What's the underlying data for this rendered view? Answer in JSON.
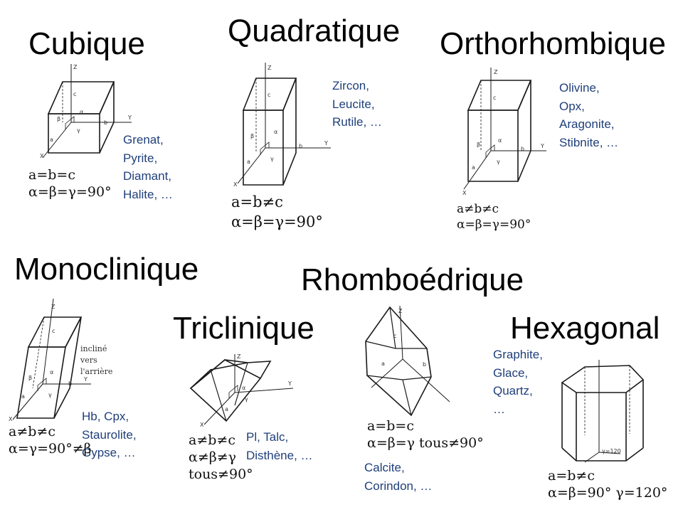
{
  "systems": {
    "cubique": {
      "title": "Cubique",
      "examples": [
        "Grenat,",
        "Pyrite,",
        "Diamant,",
        "Halite, …"
      ],
      "formula": [
        "a=b=c",
        "α=β=γ=90°"
      ]
    },
    "quadratique": {
      "title": "Quadratique",
      "examples": [
        "Zircon,",
        "Leucite,",
        "Rutile, …"
      ],
      "formula": [
        "a=b≠c",
        "α=β=γ=90°"
      ]
    },
    "orthorhombique": {
      "title": "Orthorhombique",
      "examples": [
        "Olivine,",
        "Opx,",
        "Aragonite,",
        "Stibnite, …"
      ],
      "formula": [
        "a≠b≠c",
        "α=β=γ=90°"
      ]
    },
    "monoclinique": {
      "title": "Monoclinique",
      "examples": [
        "Hb, Cpx,",
        "Staurolite,",
        "Gypse, …"
      ],
      "formula": [
        "a≠b≠c",
        "α=γ=90°≠β"
      ],
      "note": [
        "incliné",
        "vers",
        "l'arrière"
      ]
    },
    "triclinique": {
      "title": "Triclinique",
      "examples": [
        "Pl, Talc,",
        "Disthène, …"
      ],
      "formula": [
        "a≠b≠c",
        "α≠β≠γ",
        "tous≠90°"
      ]
    },
    "rhomboedrique": {
      "title": "Rhomboédrique",
      "examples": [
        "Calcite,",
        "Corindon,  …"
      ],
      "formula": [
        "a=b=c",
        "α=β=γ  tous≠90°"
      ]
    },
    "hexagonal": {
      "title": "Hexagonal",
      "examples": [
        "Graphite,",
        "Glace,",
        "Quartz,",
        "…"
      ],
      "formula": [
        "a=b≠c",
        "α=β=90°  γ=120°"
      ],
      "angle_label": "γ=120"
    }
  },
  "axis_labels": {
    "x": "X",
    "y": "Y",
    "z": "Z",
    "a": "a",
    "b": "b",
    "c": "c",
    "alpha": "α",
    "beta": "β",
    "gamma": "γ"
  }
}
